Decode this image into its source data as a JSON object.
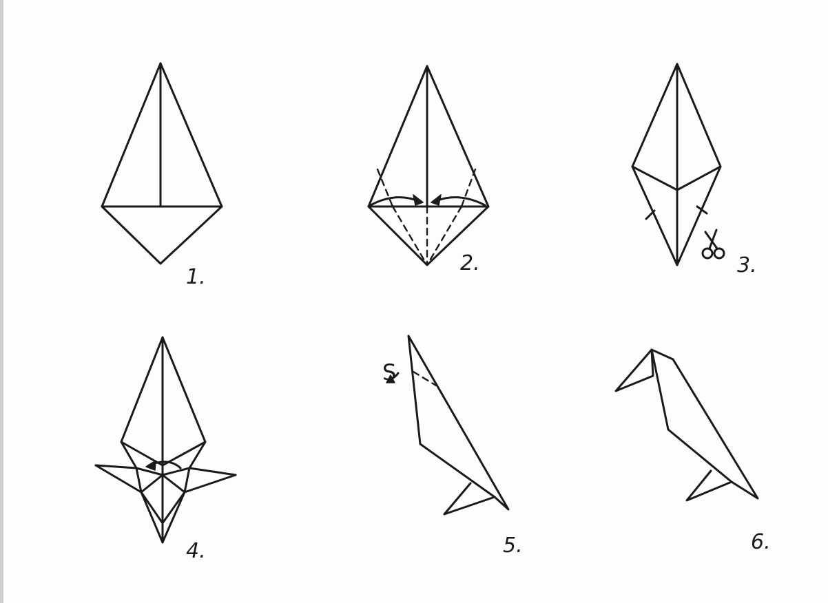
{
  "diagram": {
    "steps": [
      {
        "id": 1,
        "label": "1."
      },
      {
        "id": 2,
        "label": "2."
      },
      {
        "id": 3,
        "label": "3."
      },
      {
        "id": 4,
        "label": "4."
      },
      {
        "id": 5,
        "label": "5."
      },
      {
        "id": 6,
        "label": "6."
      }
    ],
    "annotations": {
      "step5_fold_symbol": "S"
    },
    "colors": {
      "ink": "#1a1a1a",
      "paper": "#fdfdfd"
    }
  }
}
